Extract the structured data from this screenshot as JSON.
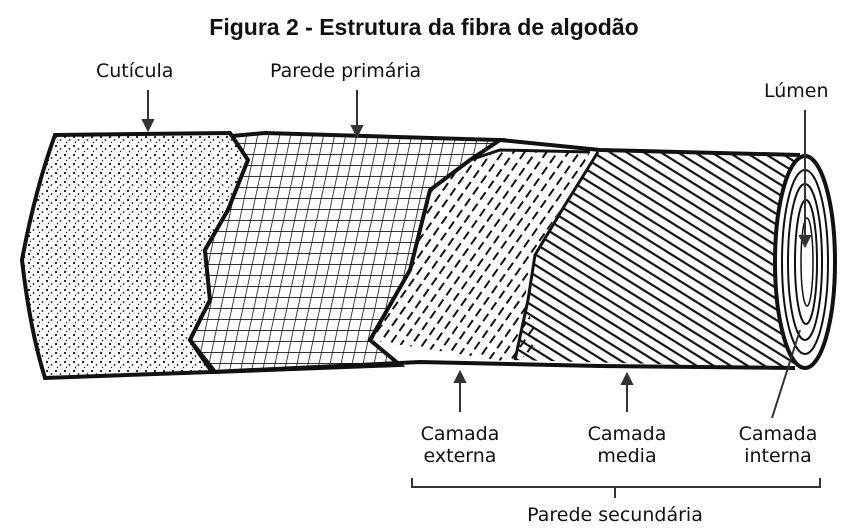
{
  "title": "Figura 2 - Estrutura da fibra de algodão",
  "labels": {
    "cuticula": "Cutícula",
    "parede_primaria": "Parede primária",
    "lumen": "Lúmen",
    "camada_externa": [
      "Camada",
      "externa"
    ],
    "camada_media": [
      "Camada",
      "media"
    ],
    "camada_interna": [
      "Camada",
      "interna"
    ],
    "parede_secundaria": "Parede secundária"
  },
  "colors": {
    "ink": "#111111",
    "background": "#ffffff"
  }
}
